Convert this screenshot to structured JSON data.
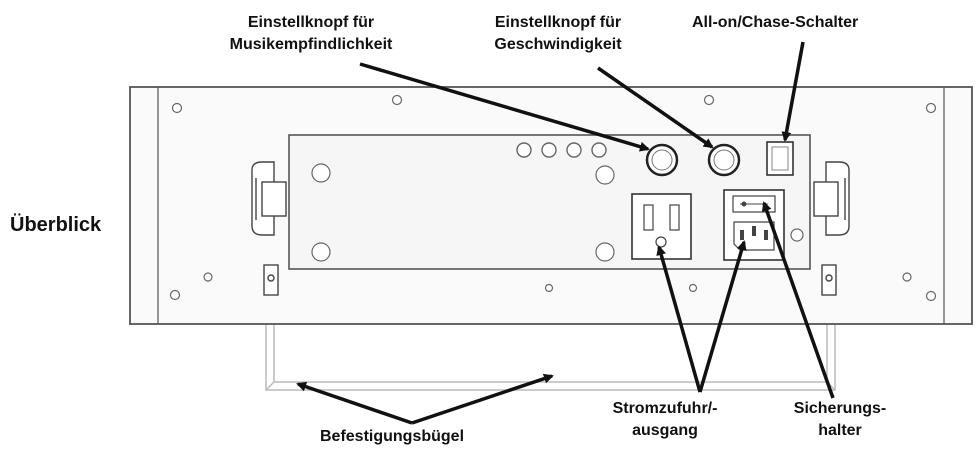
{
  "labels": {
    "overview": "Überblick",
    "sensitivity_knob": [
      "Einstellknopf für",
      "Musikempfindlichkeit"
    ],
    "speed_knob": [
      "Einstellknopf für",
      "Geschwindigkeit"
    ],
    "mode_switch": "All-on/Chase-Schalter",
    "power_io": [
      "Stromzufuhr/-",
      "ausgang"
    ],
    "fuse_holder": [
      "Sicherungs-",
      "halter"
    ],
    "mounting_bracket": "Befestigungsbügel"
  },
  "colors": {
    "ink": "#111111",
    "outline": "#555555",
    "panel_fill": "#f6f6f6",
    "bracket": "#bbbbbb"
  }
}
